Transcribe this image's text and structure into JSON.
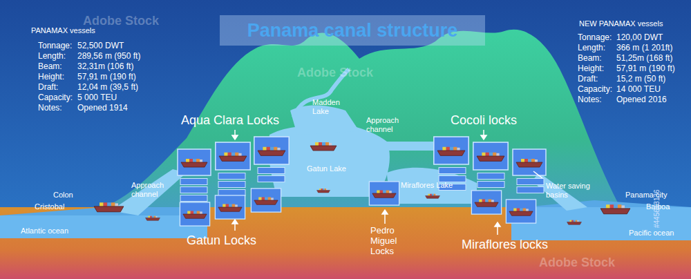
{
  "diagram": {
    "title": "Panama canal structure",
    "labels": [
      "PANAMAX vessels",
      "Tonnage:",
      "52,500 DWT",
      "Length:",
      "289,56 m (950 ft)",
      "Beam:",
      "32,31m (106 ft)",
      "Height:",
      "57,91 m (190 ft)",
      "Draft:",
      "12,04 m (39,5 ft)",
      "Capacity:",
      "5 000 TEU",
      "Notes:",
      "Opened 1914",
      "NEW PANAMAX vessels",
      "Tonnage:",
      "120,00 DWT",
      "Length:",
      "366 m (1 201ft)",
      "Beam:",
      "51,25m (168 ft)",
      "Height:",
      "57,91 m (190 ft)",
      "Draft:",
      "15,2 m (50 ft)",
      "Capacity:",
      "14 000 TEU",
      "Notes:",
      "Opened 2016",
      "Madden Lake",
      "Aqua Clara Locks",
      "Approach channel",
      "Cocoli locks",
      "Gatun Lake",
      "Miraflores Lake",
      "Colon",
      "Cristobal",
      "Approach channel",
      "Water saving basins",
      "Panama city",
      "Balboa",
      "Atlantic ocean",
      "Pacific ocean",
      "Gatun Locks",
      "Pedro Miguel Locks",
      "Miraflores locks",
      "#445613136",
      "Adobe Stock",
      "Adobe Stock",
      "Adobe Stock"
    ]
  }
}
